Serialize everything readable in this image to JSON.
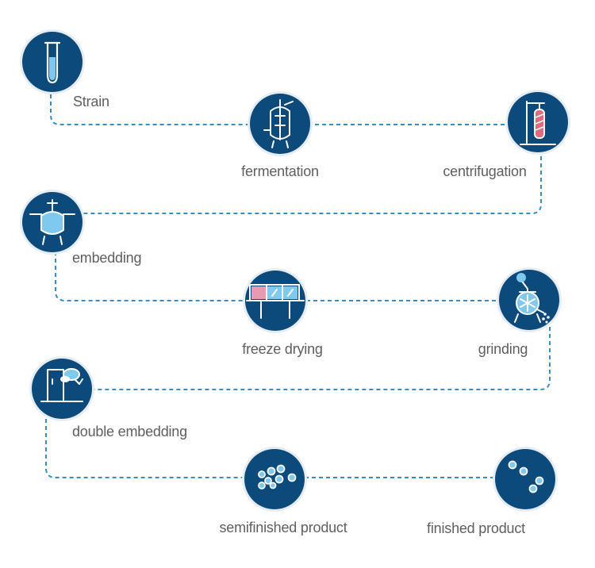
{
  "steps": [
    {
      "label": "Strain",
      "icon": "test-tube-icon"
    },
    {
      "label": "fermentation",
      "icon": "fermenter-tank-icon"
    },
    {
      "label": "centrifugation",
      "icon": "centrifuge-icon"
    },
    {
      "label": "embedding",
      "icon": "embedding-vessel-icon"
    },
    {
      "label": "freeze drying",
      "icon": "freeze-dryer-icon"
    },
    {
      "label": "grinding",
      "icon": "grinder-icon"
    },
    {
      "label": "double embedding",
      "icon": "double-embedding-icon"
    },
    {
      "label": "semifinished product",
      "icon": "semifinished-granules-icon"
    },
    {
      "label": "finished product",
      "icon": "finished-granules-icon"
    }
  ],
  "colors": {
    "node_fill": "#0d4a7c",
    "connector": "#3a8fc0",
    "label_text": "#5f5f5f",
    "accent_light": "#7fc8ee",
    "accent_pink": "#e06a80"
  }
}
